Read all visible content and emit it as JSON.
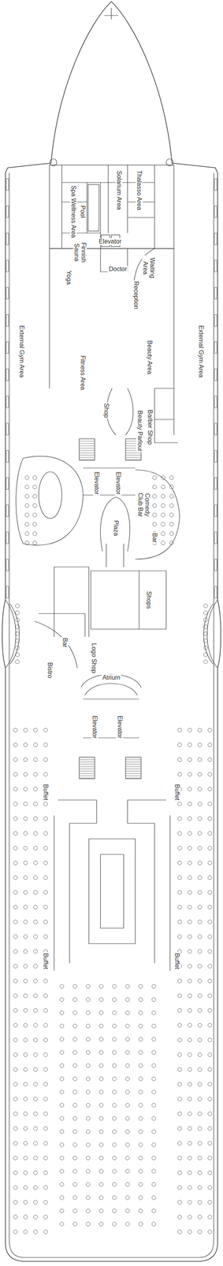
{
  "diagram": {
    "labels": [
      "Spa Wellness Area",
      "Pool",
      "Solarium Area",
      "Thalasso Area",
      "Finnish Sauna",
      "Elevator",
      "Yoga",
      "Doctor",
      "Waiting Area",
      "Reception",
      "External Gym Area",
      "External Gym Area",
      "Fitness Area",
      "Beauty Area",
      "Shop",
      "Barber Shop",
      "Beauty Parlour",
      "Elevator",
      "Elevator",
      "Comedy Club Bar",
      "Bar",
      "Plaza",
      "Shops",
      "Bar",
      "Logo Shop",
      "Bistro",
      "Atrium",
      "Elevator",
      "Elevator",
      "Buffet",
      "Buffet",
      "Buffet",
      "Buffet"
    ]
  }
}
